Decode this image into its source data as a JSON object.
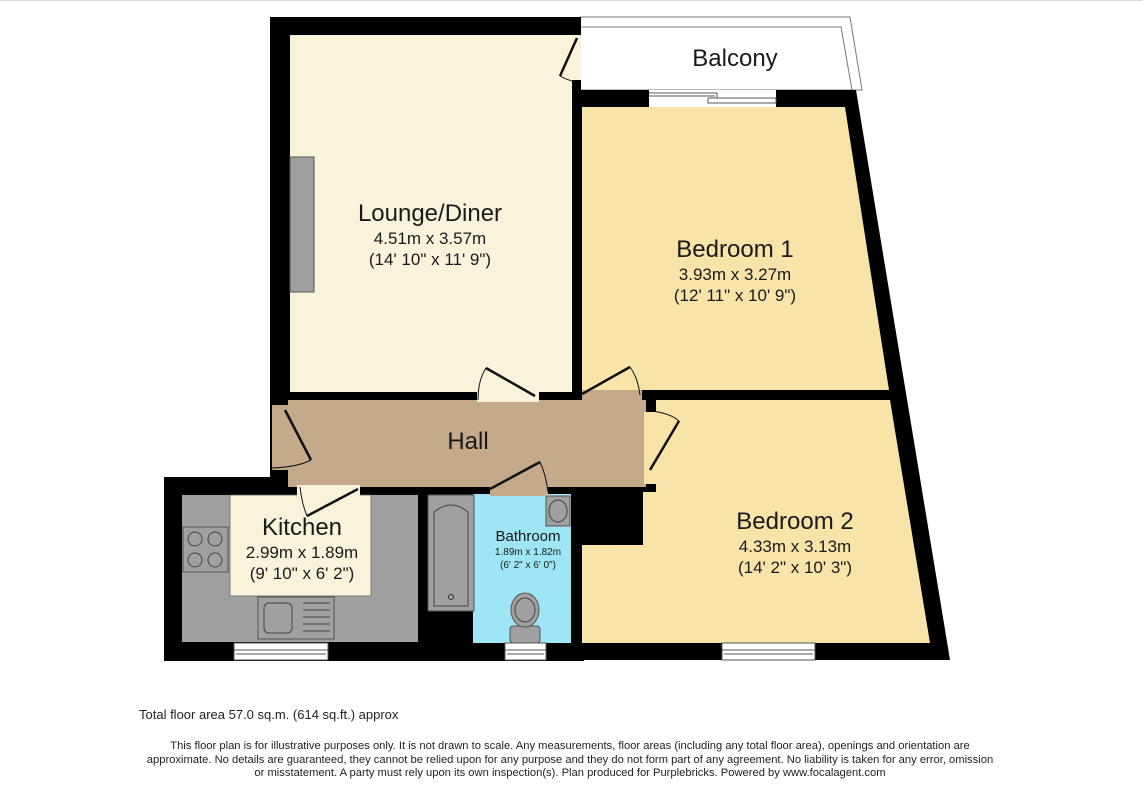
{
  "rooms": {
    "balcony": {
      "name": "Balcony"
    },
    "lounge": {
      "name": "Lounge/Diner",
      "metric": "4.51m x 3.57m",
      "imperial": "(14' 10\" x 11' 9\")"
    },
    "bedroom1": {
      "name": "Bedroom 1",
      "metric": "3.93m x 3.27m",
      "imperial": "(12' 11\" x 10' 9\")"
    },
    "hall": {
      "name": "Hall"
    },
    "kitchen": {
      "name": "Kitchen",
      "metric": "2.99m x 1.89m",
      "imperial": "(9' 10\" x 6' 2\")"
    },
    "bathroom": {
      "name": "Bathroom",
      "metric": "1.89m x 1.82m",
      "imperial": "(6' 2\" x 6' 0\")"
    },
    "bedroom2": {
      "name": "Bedroom 2",
      "metric": "4.33m x 3.13m",
      "imperial": "(14' 2\" x 10' 3\")"
    }
  },
  "colors": {
    "wall": "#000000",
    "lounge": "#faf3dc",
    "bedroom": "#f8e3a8",
    "hall": "#c4a98a",
    "kitchen_floor": "#faf3dc",
    "worktop": "#a0a0a0",
    "bathroom": "#9ee6f5"
  },
  "footer": {
    "total_area": "Total floor area 57.0 sq.m. (614 sq.ft.) approx",
    "disclaimer_line1": "This floor plan is for illustrative purposes only. It is not drawn to scale. Any measurements, floor areas (including any total floor area), openings and orientation are",
    "disclaimer_line2": "approximate. No details are guaranteed, they cannot be relied upon for any purpose and they do not form part of any agreement. No liability is taken for any error, omission",
    "disclaimer_line3": "or misstatement. A party must rely upon its own inspection(s). Plan produced for Purplebricks. Powered by www.focalagent.com"
  }
}
